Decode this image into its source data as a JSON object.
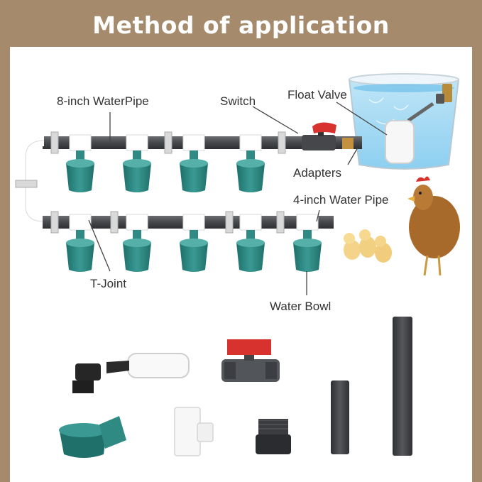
{
  "title": "Method of application",
  "labels": {
    "water_pipe_8": "8-inch WaterPipe",
    "switch": "Switch",
    "float_valve": "Float Valve",
    "adapters": "Adapters",
    "water_pipe_4": "4-inch Water Pipe",
    "t_joint": "T-Joint",
    "water_bowl": "Water Bowl"
  },
  "colors": {
    "background": "#a58a6c",
    "pipe": "#4d4f53",
    "bowl": "#2f8a84",
    "valve_handle": "#d8322f",
    "fitting": "#ffffff"
  }
}
